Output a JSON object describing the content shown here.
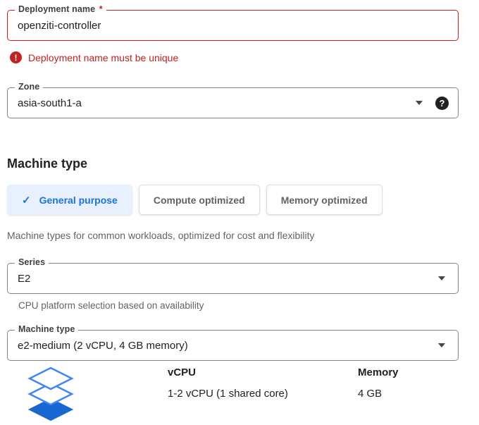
{
  "deployment_field": {
    "label": "Deployment name",
    "required_marker": "*",
    "value": "openziti-controller",
    "error_message": "Deployment name must be unique"
  },
  "zone_field": {
    "label": "Zone",
    "value": "asia-south1-a"
  },
  "machine_type_section": {
    "heading": "Machine type",
    "tabs": [
      {
        "label": "General purpose",
        "selected": true
      },
      {
        "label": "Compute optimized",
        "selected": false
      },
      {
        "label": "Memory optimized",
        "selected": false
      }
    ],
    "description": "Machine types for common workloads, optimized for cost and flexibility",
    "series_field": {
      "label": "Series",
      "value": "E2",
      "helper_text": "CPU platform selection based on availability"
    },
    "machine_type_field": {
      "label": "Machine type",
      "value": "e2-medium (2 vCPU, 4 GB memory)"
    },
    "specs": {
      "vcpu_header": "vCPU",
      "vcpu_value": "1-2 vCPU (1 shared core)",
      "memory_header": "Memory",
      "memory_value": "4 GB"
    }
  },
  "icons": {
    "check": "✓",
    "help": "?",
    "error": "!"
  },
  "colors": {
    "error_red": "#c5221f",
    "accent_blue": "#1a73e8",
    "selected_tab_bg": "#e8f0fe",
    "icon_blue_outline": "#4285f4",
    "icon_blue_fill": "#1967d2"
  }
}
